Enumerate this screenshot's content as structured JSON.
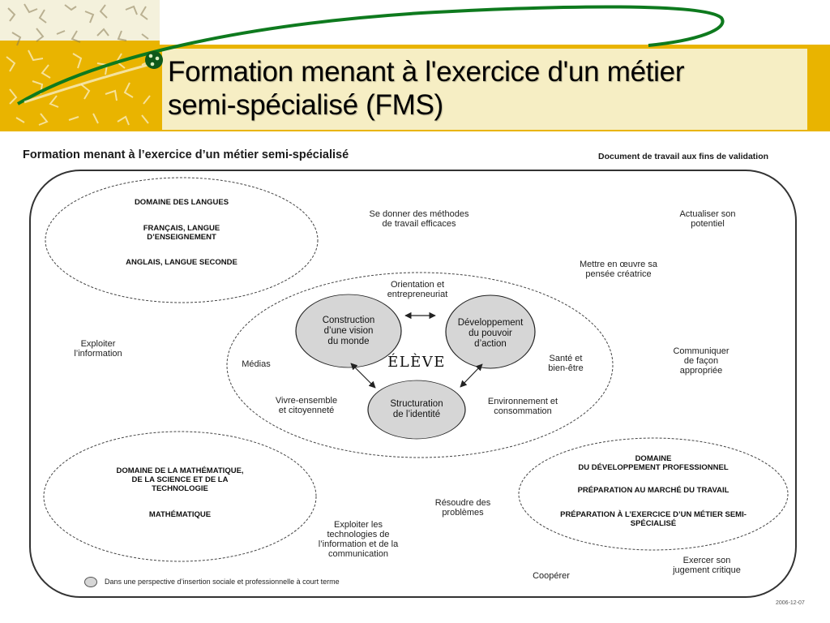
{
  "slide_title": {
    "line1": "Formation menant à l'exercice d'un métier",
    "line2": "semi-spécialisé (FMS)"
  },
  "document": {
    "title": "Formation menant à l’exercice d’un métier semi-spécialisé",
    "subtitle": "Document de travail aux fins de validation",
    "date": "2006-12-07"
  },
  "domains": {
    "langues": {
      "heading": "DOMAINE DES LANGUES",
      "items": [
        [
          "FRANÇAIS, LANGUE",
          "D’ENSEIGNEMENT"
        ],
        [
          "ANGLAIS, LANGUE SECONDE"
        ]
      ]
    },
    "mst": {
      "heading": [
        "DOMAINE DE LA MATHÉMATIQUE,",
        "DE LA SCIENCE ET DE LA",
        "TECHNOLOGIE"
      ],
      "items": [
        [
          "MATHÉMATIQUE"
        ]
      ]
    },
    "dev_pro": {
      "heading": [
        "DOMAINE",
        "DU DÉVELOPPEMENT PROFESSIONNEL"
      ],
      "items": [
        [
          "PRÉPARATION AU MARCHÉ DU TRAVAIL"
        ],
        [
          "PRÉPARATION À L’EXERCICE D’UN MÉTIER SEMI-",
          "SPÉCIALISÉ"
        ]
      ]
    }
  },
  "competences": {
    "methodes": [
      "Se donner des méthodes",
      "de travail efficaces"
    ],
    "actualiser": [
      "Actualiser son",
      "potentiel"
    ],
    "creatrice": [
      "Mettre en œuvre sa",
      "pensée créatrice"
    ],
    "information": [
      "Exploiter",
      "l’information"
    ],
    "communiquer": [
      "Communiquer",
      "de façon",
      "appropriée"
    ],
    "resoudre": [
      "Résoudre des",
      "problèmes"
    ],
    "tic": [
      "Exploiter les",
      "technologies de",
      "l’information et de la",
      "communication"
    ],
    "cooperer": [
      "Coopérer"
    ],
    "jugement": [
      "Exercer son",
      "jugement critique"
    ]
  },
  "domaines_generaux": {
    "orientation": [
      "Orientation et",
      "entrepreneuriat"
    ],
    "medias": [
      "Médias"
    ],
    "sante": [
      "Santé et",
      "bien-être"
    ],
    "vivre": [
      "Vivre-ensemble",
      "et citoyenneté"
    ],
    "environnement": [
      "Environnement et",
      "consommation"
    ]
  },
  "center": {
    "eleve": "ÉLÈVE",
    "vision": [
      "Construction",
      "d’une vision",
      "du monde"
    ],
    "pouvoir": [
      "Développement",
      "du pouvoir",
      "d’action"
    ],
    "identite": [
      "Structuration",
      "de l’identité"
    ]
  },
  "legend": "Dans une perspective d’insertion sociale et professionnelle à court terme",
  "colors": {
    "header_gold": "#e9b400",
    "title_panel": "#f6eec4",
    "swoosh_green": "#0e7a1e",
    "circle_fill": "#d6d6d6"
  }
}
